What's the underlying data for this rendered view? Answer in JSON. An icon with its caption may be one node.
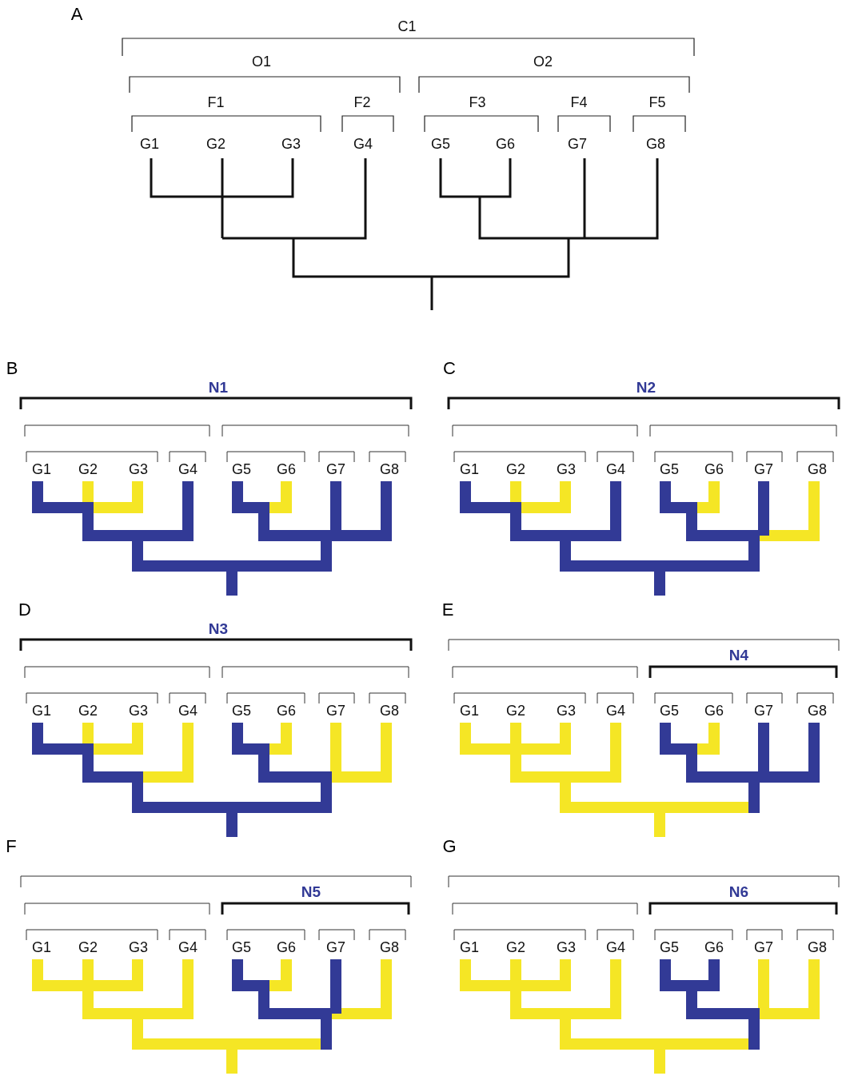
{
  "diagram": {
    "labels": [
      "A",
      "C1",
      "O1",
      "O2",
      "F1",
      "F2",
      "F3",
      "F4",
      "F5",
      "G1",
      "G2",
      "G3",
      "G4",
      "G5",
      "G6",
      "G7",
      "G8",
      "B",
      "N1",
      "G1",
      "G2",
      "G3",
      "G4",
      "G5",
      "G6",
      "G7",
      "G8",
      "C",
      "N2",
      "G1",
      "G2",
      "G3",
      "G4",
      "G5",
      "G6",
      "G7",
      "G8",
      "D",
      "N3",
      "G1",
      "G2",
      "G3",
      "G4",
      "G5",
      "G6",
      "G7",
      "G8",
      "E",
      "N4",
      "G1",
      "G2",
      "G3",
      "G4",
      "G5",
      "G6",
      "G7",
      "G8",
      "F",
      "N5",
      "G1",
      "G2",
      "G3",
      "G4",
      "G5",
      "G6",
      "G7",
      "G8",
      "G",
      "N6",
      "G1",
      "G2",
      "G3",
      "G4",
      "G5",
      "G6",
      "G7",
      "G8"
    ]
  }
}
